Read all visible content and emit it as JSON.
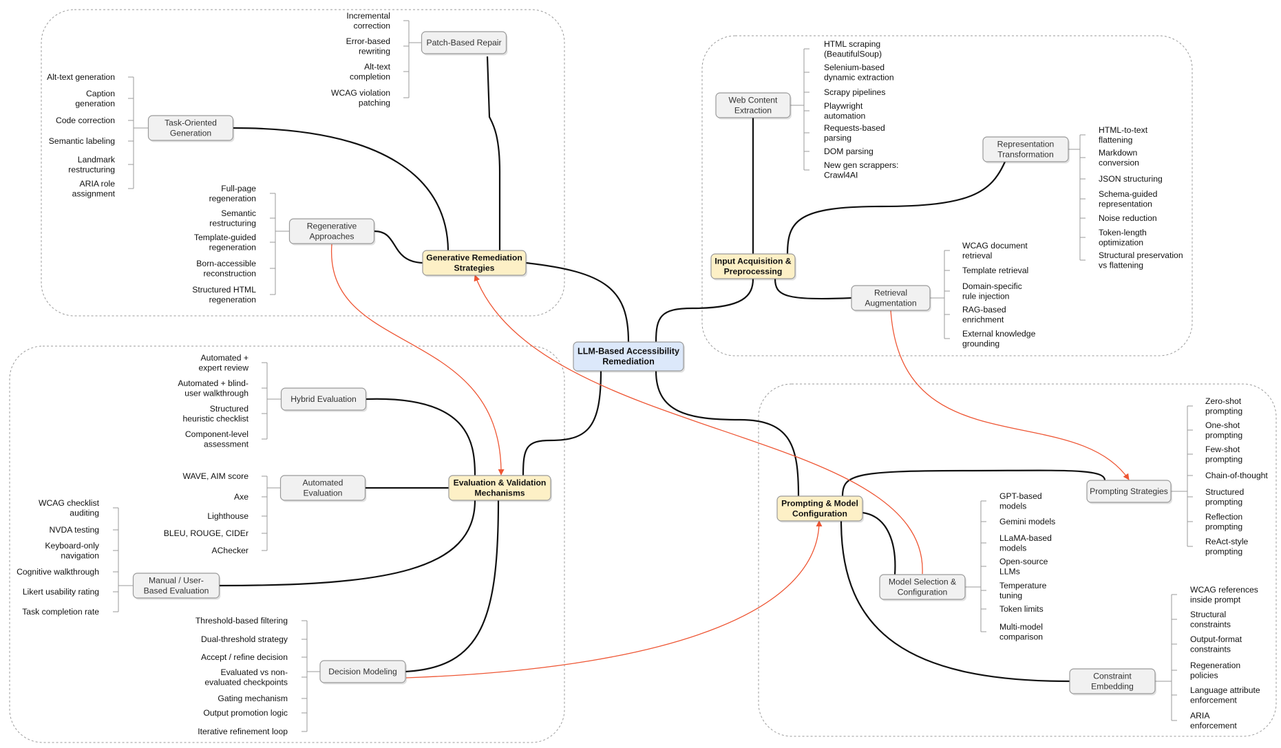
{
  "colors": {
    "root_fill": "#dce8fa",
    "root_stroke": "#6f8fc4",
    "category_fill": "#fdf0c6",
    "category_stroke": "#c9a955",
    "sub_fill": "#f1f1f1",
    "sub_stroke": "#9a9a9a",
    "connector": "#111111",
    "cross_link": "#ee5533",
    "group_border": "#9a9a9a"
  },
  "root": {
    "label": [
      "LLM-Based Accessibility",
      "Remediation"
    ]
  },
  "categories": [
    {
      "id": "gen",
      "label": [
        "Generative Remediation",
        "Strategies"
      ],
      "subs": [
        {
          "id": "patch",
          "label": [
            "Patch-Based Repair"
          ],
          "leaves": [
            [
              "Incremental",
              "correction"
            ],
            [
              "Error-based",
              "rewriting"
            ],
            [
              "Alt-text",
              "completion"
            ],
            [
              "WCAG violation",
              "patching"
            ]
          ]
        },
        {
          "id": "task",
          "label": [
            "Task-Oriented",
            "Generation"
          ],
          "leaves": [
            [
              "Alt-text generation"
            ],
            [
              "Caption",
              "generation"
            ],
            [
              "Code correction"
            ],
            [
              "Semantic labeling"
            ],
            [
              "Landmark",
              "restructuring"
            ],
            [
              "ARIA role",
              "assignment"
            ]
          ]
        },
        {
          "id": "regen",
          "label": [
            "Regenerative",
            "Approaches"
          ],
          "leaves": [
            [
              "Full-page",
              "regeneration"
            ],
            [
              "Semantic",
              "restructuring"
            ],
            [
              "Template-guided",
              "regeneration"
            ],
            [
              "Born-accessible",
              "reconstruction"
            ],
            [
              "Structured HTML",
              "regeneration"
            ]
          ]
        }
      ]
    },
    {
      "id": "input",
      "label": [
        "Input Acquisition &",
        "Preprocessing"
      ],
      "subs": [
        {
          "id": "web",
          "label": [
            "Web Content",
            "Extraction"
          ],
          "leaves": [
            [
              "HTML scraping",
              "(BeautifulSoup)"
            ],
            [
              "Selenium-based",
              "dynamic extraction"
            ],
            [
              "Scrapy pipelines"
            ],
            [
              "Playwright",
              "automation"
            ],
            [
              "Requests-based",
              "parsing"
            ],
            [
              "DOM parsing"
            ],
            [
              "New gen scrappers:",
              "Crawl4AI"
            ]
          ]
        },
        {
          "id": "repr",
          "label": [
            "Representation",
            "Transformation"
          ],
          "leaves": [
            [
              "HTML-to-text",
              "flattening"
            ],
            [
              "Markdown",
              "conversion"
            ],
            [
              "JSON structuring"
            ],
            [
              "Schema-guided",
              "representation"
            ],
            [
              "Noise reduction"
            ],
            [
              "Token-length",
              "optimization"
            ],
            [
              "Structural preservation",
              "vs flattening"
            ]
          ]
        },
        {
          "id": "retr",
          "label": [
            "Retrieval",
            "Augmentation"
          ],
          "leaves": [
            [
              "WCAG document",
              "retrieval"
            ],
            [
              "Template retrieval"
            ],
            [
              "Domain-specific",
              "rule injection"
            ],
            [
              "RAG-based",
              "enrichment"
            ],
            [
              "External knowledge",
              "grounding"
            ]
          ]
        }
      ]
    },
    {
      "id": "eval",
      "label": [
        "Evaluation & Validation",
        "Mechanisms"
      ],
      "subs": [
        {
          "id": "hybrid",
          "label": [
            "Hybrid Evaluation"
          ],
          "leaves": [
            [
              "Automated +",
              "expert review"
            ],
            [
              "Automated + blind-",
              "user walkthrough"
            ],
            [
              "Structured",
              "heuristic checklist"
            ],
            [
              "Component-level",
              "assessment"
            ]
          ]
        },
        {
          "id": "auto",
          "label": [
            "Automated",
            "Evaluation"
          ],
          "leaves": [
            [
              "WAVE, AIM score"
            ],
            [
              "Axe"
            ],
            [
              "Lighthouse"
            ],
            [
              "BLEU, ROUGE, CIDEr"
            ],
            [
              "AChecker"
            ]
          ]
        },
        {
          "id": "manual",
          "label": [
            "Manual / User-",
            "Based Evaluation"
          ],
          "leaves": [
            [
              "WCAG checklist",
              "auditing"
            ],
            [
              "NVDA testing"
            ],
            [
              "Keyboard-only",
              "navigation"
            ],
            [
              "Cognitive walkthrough"
            ],
            [
              "Likert usability rating"
            ],
            [
              "Task completion rate"
            ]
          ]
        },
        {
          "id": "decision",
          "label": [
            "Decision Modeling"
          ],
          "leaves": [
            [
              "Threshold-based filtering"
            ],
            [
              "Dual-threshold strategy"
            ],
            [
              "Accept / refine decision"
            ],
            [
              "Evaluated vs non-",
              "evaluated checkpoints"
            ],
            [
              "Gating mechanism"
            ],
            [
              "Output promotion logic"
            ],
            [
              "Iterative refinement loop"
            ]
          ]
        }
      ]
    },
    {
      "id": "prompt",
      "label": [
        "Prompting & Model",
        "Configuration"
      ],
      "subs": [
        {
          "id": "strat",
          "label": [
            "Prompting Strategies"
          ],
          "leaves": [
            [
              "Zero-shot",
              "prompting"
            ],
            [
              "One-shot",
              "prompting"
            ],
            [
              "Few-shot",
              "prompting"
            ],
            [
              "Chain-of-thought"
            ],
            [
              "Structured",
              "prompting"
            ],
            [
              "Reflection",
              "prompting"
            ],
            [
              "ReAct-style",
              "prompting"
            ]
          ]
        },
        {
          "id": "model",
          "label": [
            "Model Selection &",
            "Configuration"
          ],
          "leaves": [
            [
              "GPT-based",
              "models"
            ],
            [
              "Gemini models"
            ],
            [
              "LLaMA-based",
              "models"
            ],
            [
              "Open-source",
              "LLMs"
            ],
            [
              "Temperature",
              "tuning"
            ],
            [
              "Token limits"
            ],
            [
              "Multi-model",
              "comparison"
            ]
          ]
        },
        {
          "id": "constr",
          "label": [
            "Constraint",
            "Embedding"
          ],
          "leaves": [
            [
              "WCAG references",
              "inside prompt"
            ],
            [
              "Structural",
              "constraints"
            ],
            [
              "Output-format",
              "constraints"
            ],
            [
              "Regeneration",
              "policies"
            ],
            [
              "Language attribute",
              "enforcement"
            ],
            [
              "ARIA",
              "enforcement"
            ]
          ]
        }
      ]
    }
  ]
}
